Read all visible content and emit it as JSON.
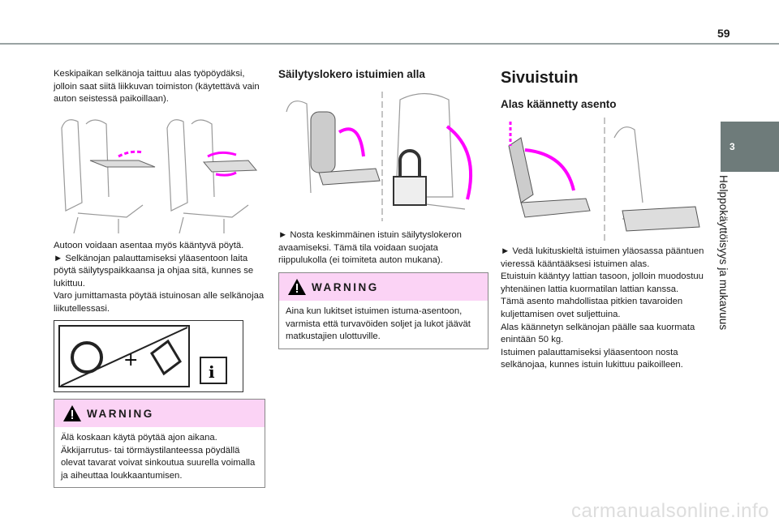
{
  "page_number": "59",
  "chapter": {
    "number": "3",
    "title": "Helppokäyttöisyys ja mukavuus"
  },
  "col1": {
    "intro": "Keskipaikan selkänoja taittuu alas työpöydäksi, jolloin saat siitä liikkuvan toimiston (käytettävä vain auton seistessä paikoillaan).",
    "para": [
      "Autoon voidaan asentaa myös kääntyvä pöytä.",
      "► Selkänojan palauttamiseksi yläasentoon laita pöytä säilytyspaikkaansa ja ohjaa sitä, kunnes se lukittuu.",
      "Varo jumittamasta pöytää istuinosan alle selkänojaa liikutellessasi."
    ],
    "warning": {
      "title": "WARNING",
      "text": "Älä koskaan käytä pöytää ajon aikana. Äkkijarrutus- tai törmäystilanteessa pöydällä olevat tavarat voivat sinkoutua suurella voimalla ja aiheuttaa loukkaantumisen."
    }
  },
  "col2": {
    "heading": "Säilytyslokero istuimien alla",
    "text": "► Nosta keskimmäinen istuin säilytyslokeron avaamiseksi. Tämä tila voidaan suojata riippulukolla (ei toimiteta auton mukana).",
    "warning": {
      "title": "WARNING",
      "text": "Aina kun lukitset istuimen istuma-asentoon, varmista että turvavöiden soljet ja lukot jäävät matkustajien ulottuville."
    }
  },
  "col3": {
    "heading": "Sivuistuin",
    "subheading": "Alas käännetty asento",
    "para": [
      "► Vedä lukituskieltä istuimen yläosassa pääntuen vieressä kääntääksesi istuimen alas.",
      "Etuistuin kääntyy lattian tasoon, jolloin muodostuu yhtenäinen lattia kuormatilan lattian kanssa.",
      "Tämä asento mahdollistaa pitkien tavaroiden kuljettamisen ovet suljettuina.",
      "Alas käännetyn selkänojan päälle saa kuormata enintään 50 kg.",
      "Istuimen palauttamiseksi yläasentoon nosta selkänojaa, kunnes istuin lukittuu paikoilleen."
    ]
  },
  "watermark": "carmanualsonline.info",
  "colors": {
    "accent": "#f0f",
    "warning_bg": "#fbd3f5",
    "tab": "#6e7b7a"
  }
}
